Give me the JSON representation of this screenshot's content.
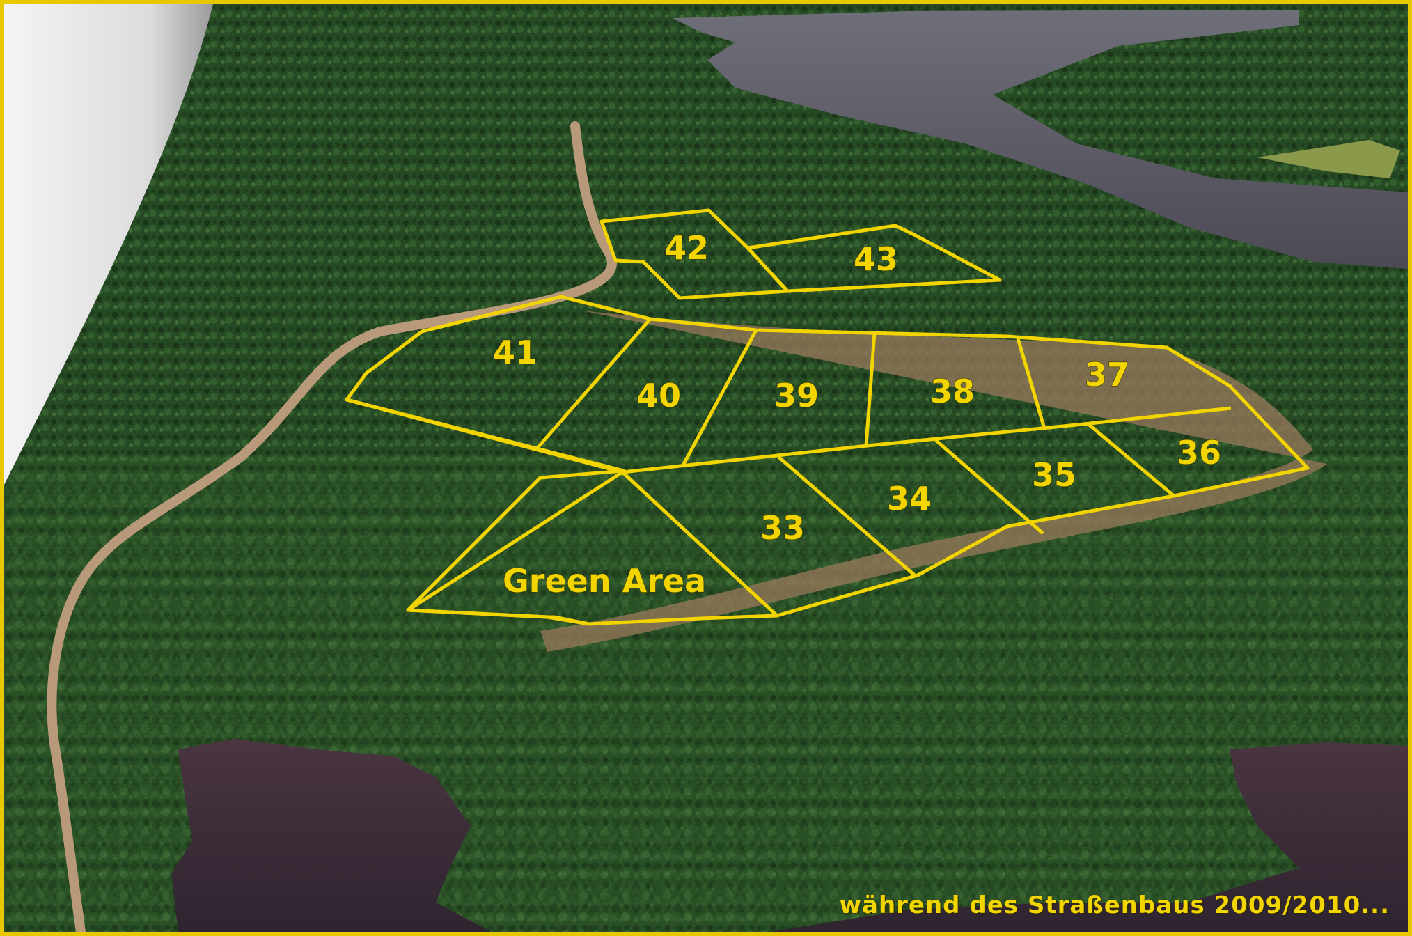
{
  "image": {
    "description_colors": {
      "forest_dark": "#1d3a1c",
      "forest_mid": "#2f5a2a",
      "forest_light": "#4a7a3c",
      "water": "#5a5a66",
      "water_dark": "#3a2a30",
      "road": "#b89a7a",
      "boundary": "#f2d400",
      "frame": "#e8c800"
    }
  },
  "lots": [
    {
      "id": "lot-42",
      "label": "42"
    },
    {
      "id": "lot-43",
      "label": "43"
    },
    {
      "id": "lot-41",
      "label": "41"
    },
    {
      "id": "lot-40",
      "label": "40"
    },
    {
      "id": "lot-39",
      "label": "39"
    },
    {
      "id": "lot-38",
      "label": "38"
    },
    {
      "id": "lot-37",
      "label": "37"
    },
    {
      "id": "lot-36",
      "label": "36"
    },
    {
      "id": "lot-35",
      "label": "35"
    },
    {
      "id": "lot-34",
      "label": "34"
    },
    {
      "id": "lot-33",
      "label": "33"
    }
  ],
  "green_area": {
    "label": "Green Area"
  },
  "caption": "während des Straßenbaus 2009/2010..."
}
